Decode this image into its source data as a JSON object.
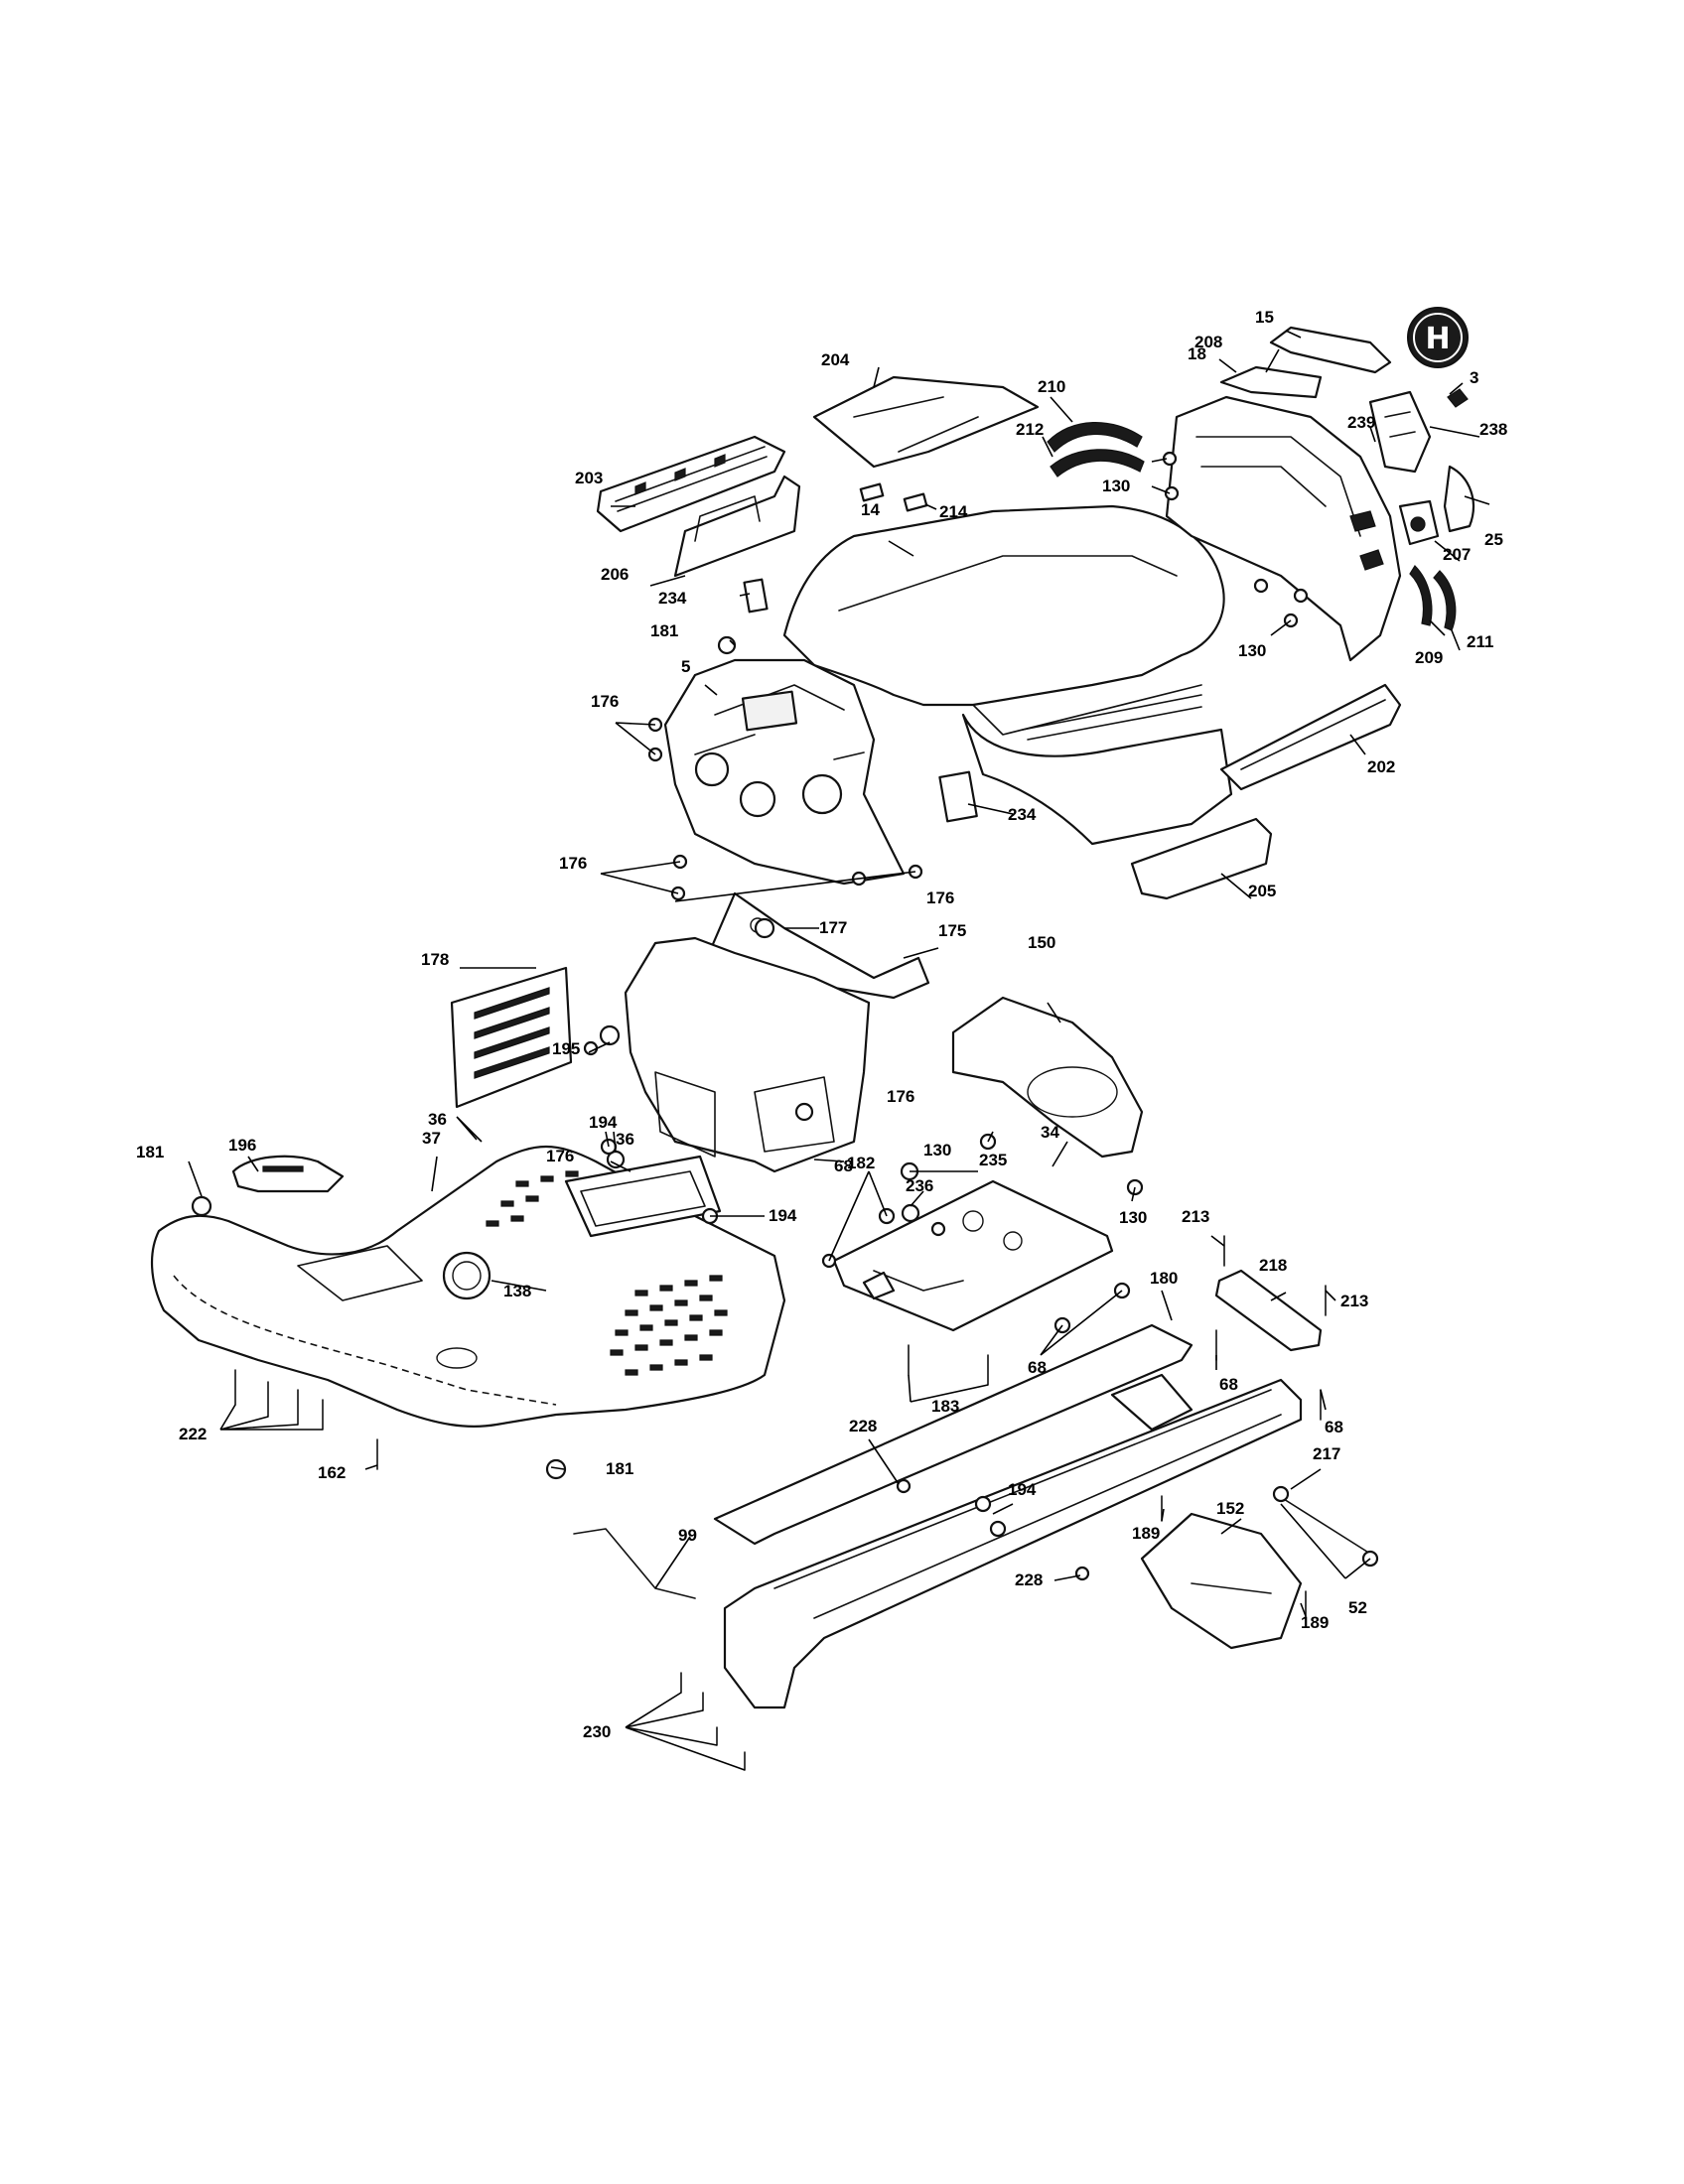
{
  "diagram": {
    "brand_logo": {
      "icon": "husqvarna-crown-h-logo",
      "letter": "H"
    },
    "callouts": [
      {
        "key": "p3",
        "label": "3"
      },
      {
        "key": "p5",
        "label": "5"
      },
      {
        "key": "p14",
        "label": "14"
      },
      {
        "key": "p15",
        "label": "15"
      },
      {
        "key": "p18",
        "label": "18"
      },
      {
        "key": "p25",
        "label": "25"
      },
      {
        "key": "p34",
        "label": "34"
      },
      {
        "key": "p36a",
        "label": "36"
      },
      {
        "key": "p36b",
        "label": "36"
      },
      {
        "key": "p37",
        "label": "37"
      },
      {
        "key": "p52",
        "label": "52"
      },
      {
        "key": "p68a",
        "label": "68"
      },
      {
        "key": "p68b",
        "label": "68"
      },
      {
        "key": "p68c",
        "label": "68"
      },
      {
        "key": "p68d",
        "label": "68"
      },
      {
        "key": "p99",
        "label": "99"
      },
      {
        "key": "p130a",
        "label": "130"
      },
      {
        "key": "p130b",
        "label": "130"
      },
      {
        "key": "p130c",
        "label": "130"
      },
      {
        "key": "p130d",
        "label": "130"
      },
      {
        "key": "p138",
        "label": "138"
      },
      {
        "key": "p150",
        "label": "150"
      },
      {
        "key": "p152",
        "label": "152"
      },
      {
        "key": "p162",
        "label": "162"
      },
      {
        "key": "p175",
        "label": "175"
      },
      {
        "key": "p176a",
        "label": "176"
      },
      {
        "key": "p176b",
        "label": "176"
      },
      {
        "key": "p176c",
        "label": "176"
      },
      {
        "key": "p176d",
        "label": "176"
      },
      {
        "key": "p176e",
        "label": "176"
      },
      {
        "key": "p177",
        "label": "177"
      },
      {
        "key": "p178",
        "label": "178"
      },
      {
        "key": "p180",
        "label": "180"
      },
      {
        "key": "p181a",
        "label": "181"
      },
      {
        "key": "p181b",
        "label": "181"
      },
      {
        "key": "p181c",
        "label": "181"
      },
      {
        "key": "p182",
        "label": "182"
      },
      {
        "key": "p183",
        "label": "183"
      },
      {
        "key": "p189a",
        "label": "189"
      },
      {
        "key": "p189b",
        "label": "189"
      },
      {
        "key": "p194a",
        "label": "194"
      },
      {
        "key": "p194b",
        "label": "194"
      },
      {
        "key": "p194c",
        "label": "194"
      },
      {
        "key": "p195",
        "label": "195"
      },
      {
        "key": "p196",
        "label": "196"
      },
      {
        "key": "p202",
        "label": "202"
      },
      {
        "key": "p203",
        "label": "203"
      },
      {
        "key": "p204",
        "label": "204"
      },
      {
        "key": "p205",
        "label": "205"
      },
      {
        "key": "p206",
        "label": "206"
      },
      {
        "key": "p207",
        "label": "207"
      },
      {
        "key": "p208",
        "label": "208"
      },
      {
        "key": "p209",
        "label": "209"
      },
      {
        "key": "p210",
        "label": "210"
      },
      {
        "key": "p211",
        "label": "211"
      },
      {
        "key": "p212",
        "label": "212"
      },
      {
        "key": "p213a",
        "label": "213"
      },
      {
        "key": "p213b",
        "label": "213"
      },
      {
        "key": "p214",
        "label": "214"
      },
      {
        "key": "p217",
        "label": "217"
      },
      {
        "key": "p218",
        "label": "218"
      },
      {
        "key": "p222",
        "label": "222"
      },
      {
        "key": "p228a",
        "label": "228"
      },
      {
        "key": "p228b",
        "label": "228"
      },
      {
        "key": "p230",
        "label": "230"
      },
      {
        "key": "p234a",
        "label": "234"
      },
      {
        "key": "p234b",
        "label": "234"
      },
      {
        "key": "p235",
        "label": "235"
      },
      {
        "key": "p236",
        "label": "236"
      },
      {
        "key": "p238",
        "label": "238"
      },
      {
        "key": "p239",
        "label": "239"
      }
    ]
  }
}
